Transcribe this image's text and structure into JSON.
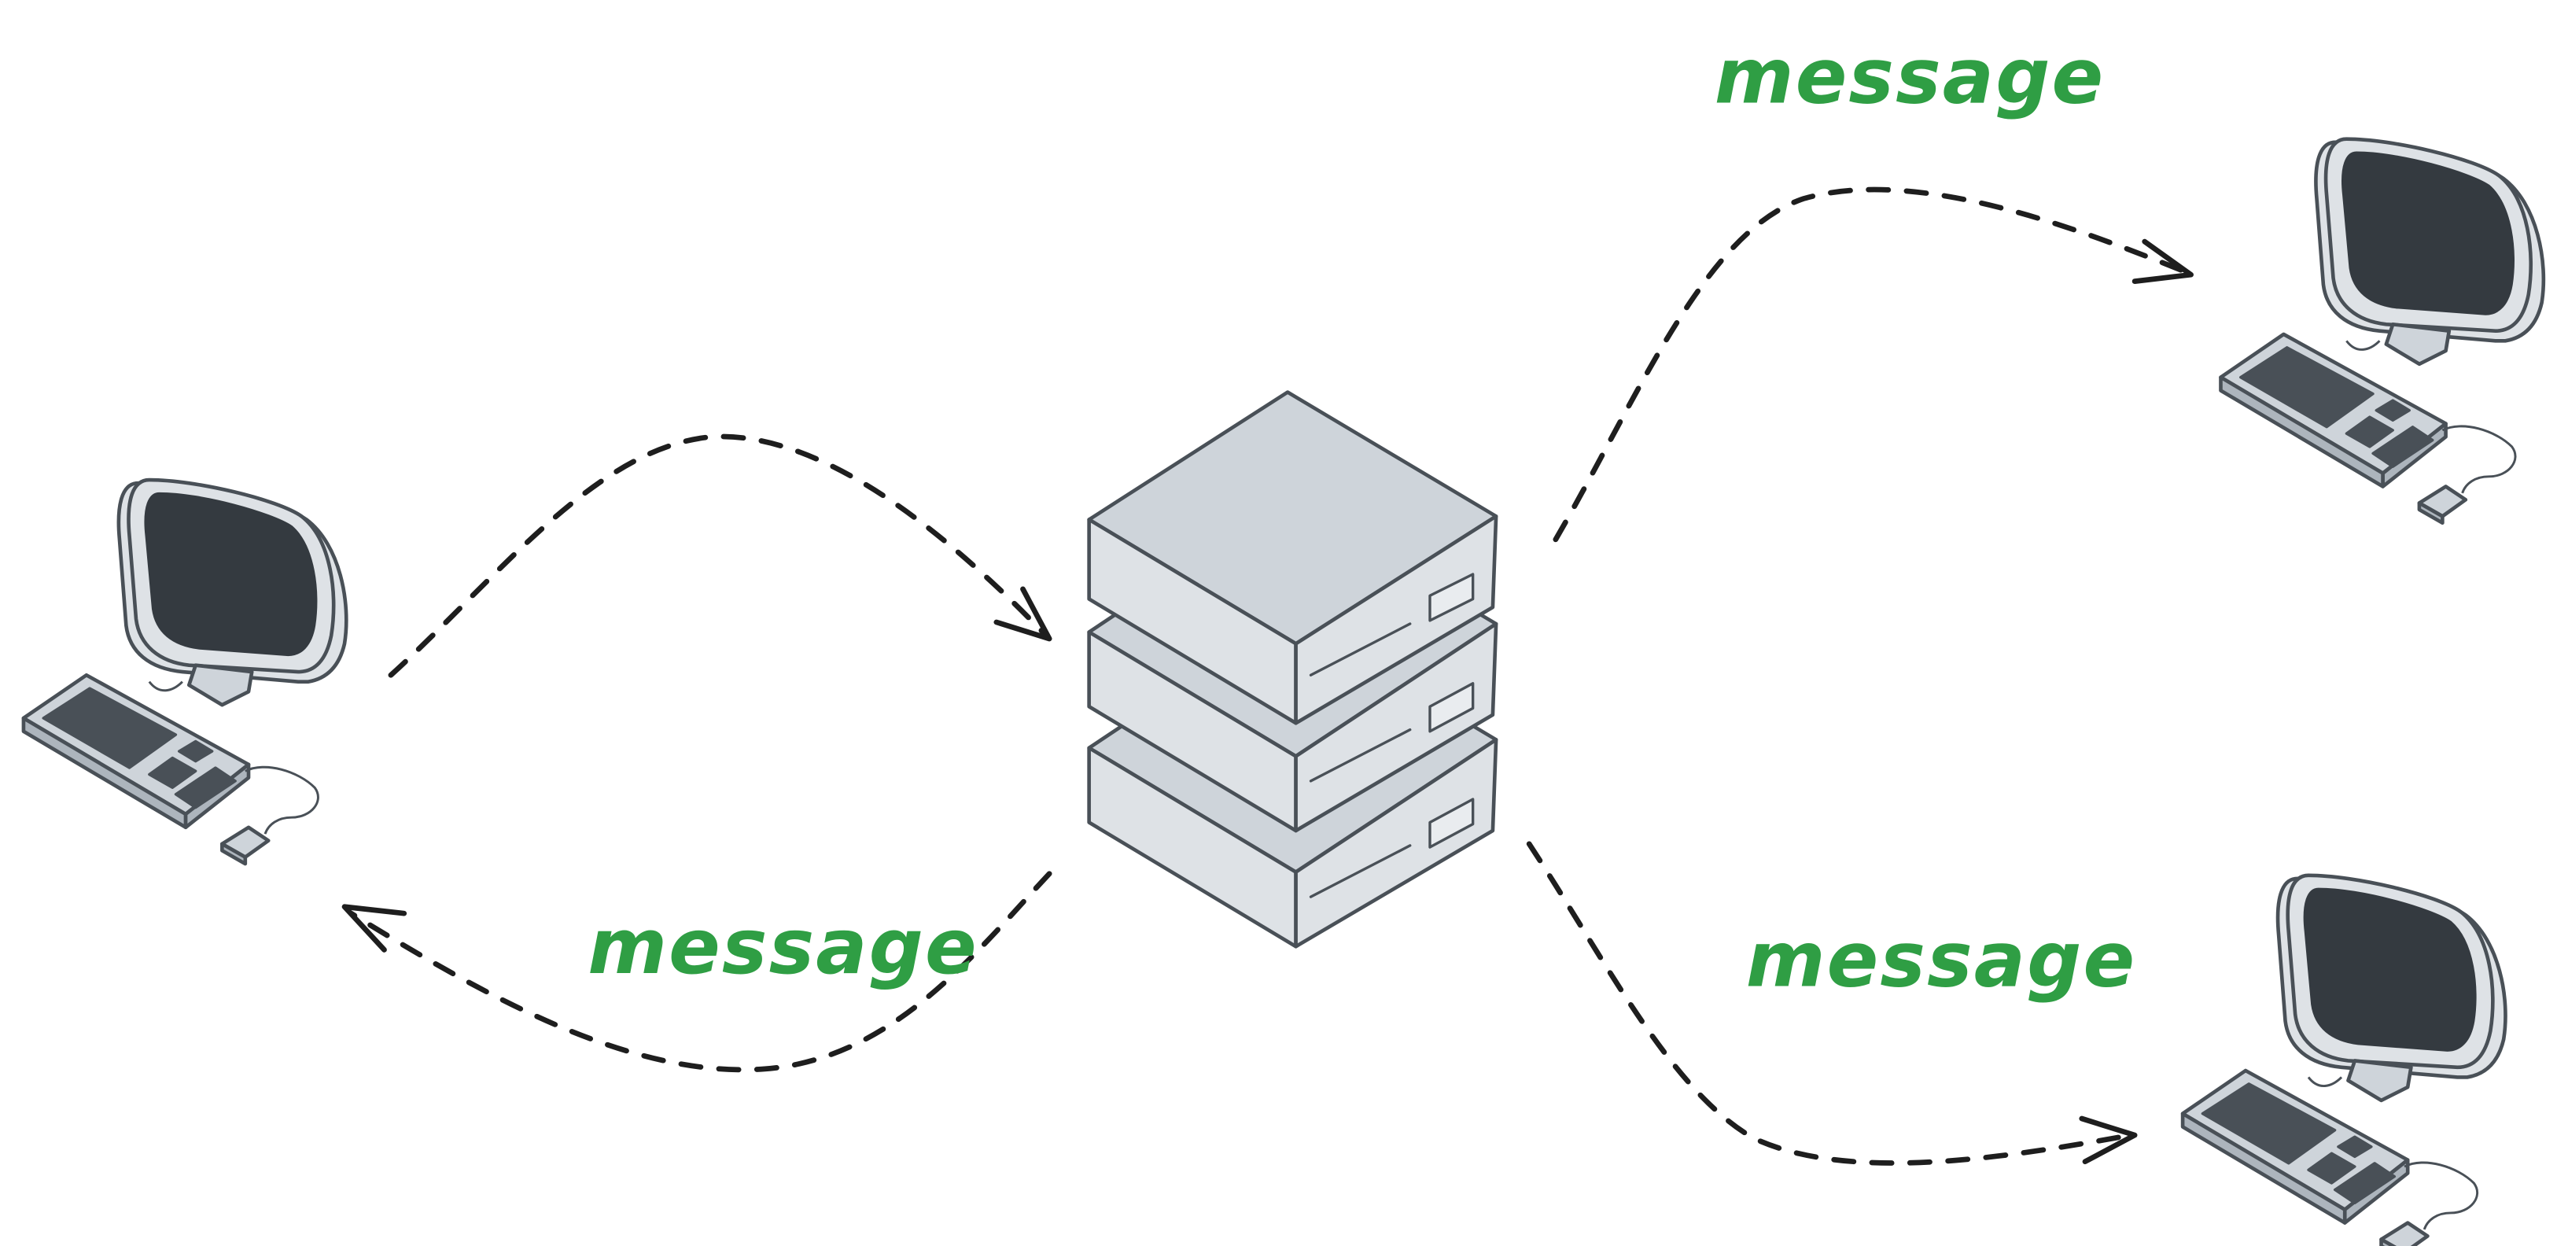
{
  "colors": {
    "label": "#2f9e44",
    "arrow": "#1e1e1e",
    "server_top": "#ced4da",
    "server_front": "#dee2e6",
    "server_side": "#dee2e6",
    "outline": "#495057",
    "screen": "#343a40",
    "monitor_body": "#dee2e6",
    "keyboard_keys": "#495057"
  },
  "labels": {
    "left_return": "message",
    "top_right": "message",
    "bottom_right": "message"
  },
  "nodes": {
    "left_computer": {
      "icon": "desktop-computer-icon"
    },
    "server": {
      "icon": "server-stack-icon",
      "units": 3
    },
    "top_right_computer": {
      "icon": "desktop-computer-icon"
    },
    "bottom_right_computer": {
      "icon": "desktop-computer-icon"
    }
  },
  "edges": [
    {
      "from": "left_computer",
      "to": "server",
      "label": ""
    },
    {
      "from": "server",
      "to": "left_computer",
      "label": "message"
    },
    {
      "from": "server",
      "to": "top_right_computer",
      "label": "message"
    },
    {
      "from": "server",
      "to": "bottom_right_computer",
      "label": "message"
    }
  ]
}
